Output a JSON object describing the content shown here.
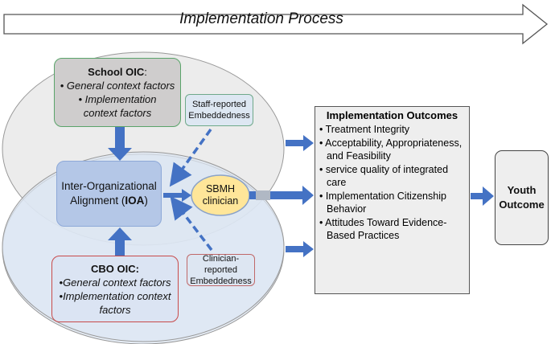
{
  "title": "Implementation Process",
  "school_oic": {
    "heading": "School OIC",
    "colon": ":",
    "items": [
      "• General context factors",
      "• Implementation context factors"
    ]
  },
  "cbo_oic": {
    "heading": "CBO OIC:",
    "items": [
      "•General context factors",
      "•Implementation context factors"
    ]
  },
  "ioa": {
    "line1": "Inter-Organizational",
    "line2_pre": "Alignment (",
    "line2_bold": "IOA",
    "line2_post": ")"
  },
  "staff_embeddedness": [
    "Staff-reported",
    "Embeddedness"
  ],
  "clinician_embeddedness": [
    "Clinician-reported",
    "Embeddedness"
  ],
  "sbmh": [
    "SBMH",
    "clinician"
  ],
  "outcomes": {
    "heading": "Implementation Outcomes",
    "items": [
      "• Treatment Integrity",
      "• Acceptability, Appropriateness, and Feasibility",
      "• service quality of integrated care",
      "• Implementation Citizenship Behavior",
      "• Attitudes Toward Evidence-Based Practices"
    ]
  },
  "youth_outcome": [
    "Youth",
    "Outcome"
  ],
  "colors": {
    "arrow_blue": "#4472c4",
    "ellipse_school": "#ececec",
    "ellipse_cbo": "#dce6f2",
    "sbmh_fill": "#ffe699",
    "outcome_box": "#eeeeee"
  }
}
